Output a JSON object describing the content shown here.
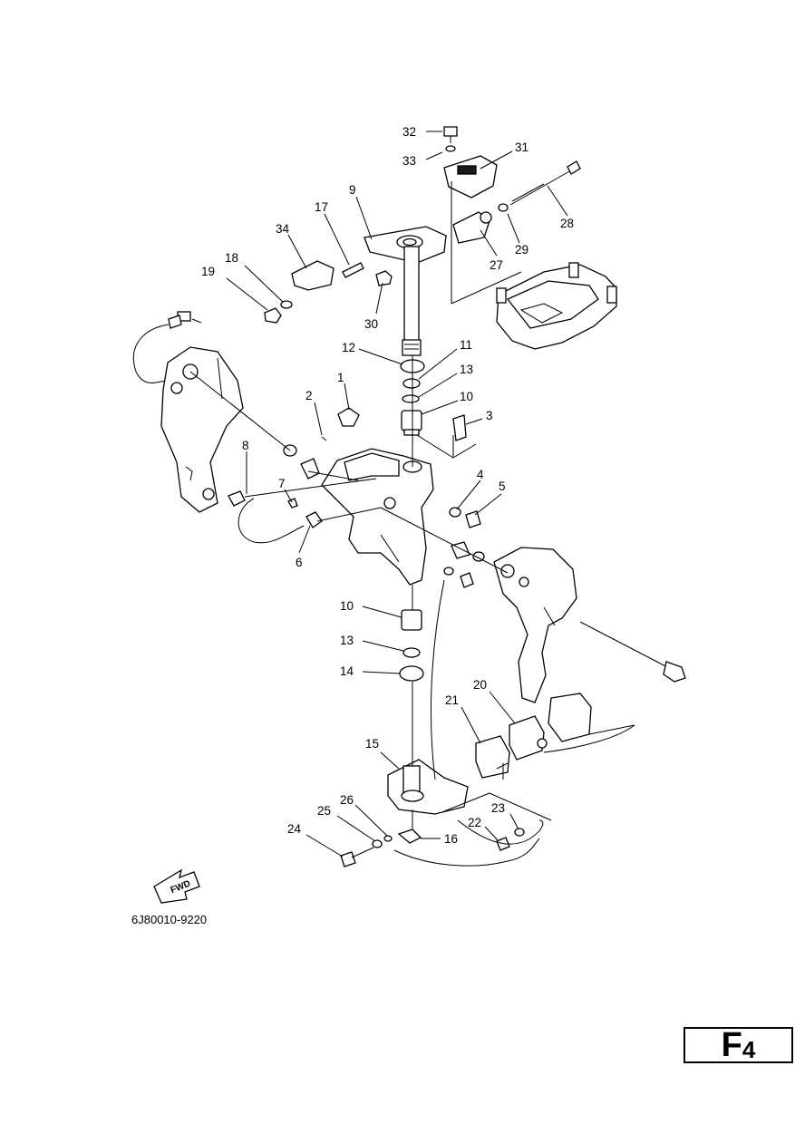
{
  "diagram": {
    "part_labels": [
      "1",
      "2",
      "3",
      "4",
      "5",
      "6",
      "7",
      "8",
      "9",
      "10",
      "10",
      "11",
      "12",
      "13",
      "13",
      "14",
      "15",
      "16",
      "17",
      "18",
      "19",
      "20",
      "21",
      "22",
      "23",
      "24",
      "25",
      "26",
      "27",
      "28",
      "29",
      "30",
      "31",
      "32",
      "33",
      "34"
    ],
    "direction_marker": "FWD",
    "drawing_code": "6J80010-9220"
  },
  "page_badge": {
    "letter": "F",
    "number": "4"
  }
}
